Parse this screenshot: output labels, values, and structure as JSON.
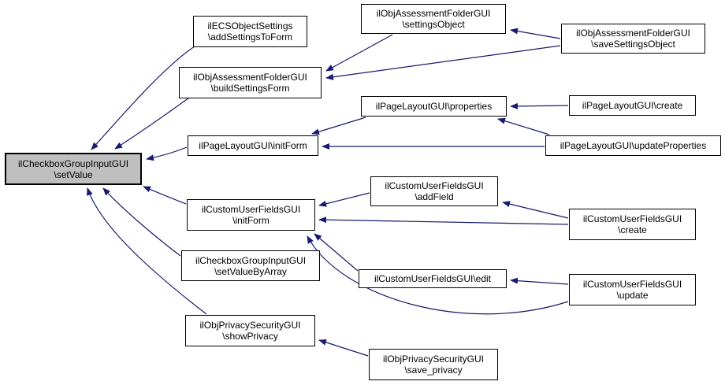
{
  "graph": {
    "type": "caller-graph",
    "colors": {
      "edge": "#191970",
      "node_border": "#000000",
      "node_fill": "#ffffff",
      "highlight_fill": "#bfbfbf",
      "text": "#000000"
    },
    "nodes": [
      {
        "id": "setValue",
        "highlighted": true,
        "lines": [
          "ilCheckboxGroupInputGUI",
          "\\setValue"
        ]
      },
      {
        "id": "addSettingsToForm",
        "highlighted": false,
        "lines": [
          "ilECSObjectSettings",
          "\\addSettingsToForm"
        ]
      },
      {
        "id": "buildSettingsForm",
        "highlighted": false,
        "lines": [
          "ilObjAssessmentFolderGUI",
          "\\buildSettingsForm"
        ]
      },
      {
        "id": "settingsObject",
        "highlighted": false,
        "lines": [
          "ilObjAssessmentFolderGUI",
          "\\settingsObject"
        ]
      },
      {
        "id": "saveSettingsObject",
        "highlighted": false,
        "lines": [
          "ilObjAssessmentFolderGUI",
          "\\saveSettingsObject"
        ]
      },
      {
        "id": "plProperties",
        "highlighted": false,
        "lines": [
          "ilPageLayoutGUI\\properties"
        ]
      },
      {
        "id": "plCreate",
        "highlighted": false,
        "lines": [
          "ilPageLayoutGUI\\create"
        ]
      },
      {
        "id": "plInitForm",
        "highlighted": false,
        "lines": [
          "ilPageLayoutGUI\\initForm"
        ]
      },
      {
        "id": "plUpdateProperties",
        "highlighted": false,
        "lines": [
          "ilPageLayoutGUI\\updateProperties"
        ]
      },
      {
        "id": "cufInitForm",
        "highlighted": false,
        "lines": [
          "ilCustomUserFieldsGUI",
          "\\initForm"
        ]
      },
      {
        "id": "cufAddField",
        "highlighted": false,
        "lines": [
          "ilCustomUserFieldsGUI",
          "\\addField"
        ]
      },
      {
        "id": "cufCreate",
        "highlighted": false,
        "lines": [
          "ilCustomUserFieldsGUI",
          "\\create"
        ]
      },
      {
        "id": "cufEdit",
        "highlighted": false,
        "lines": [
          "ilCustomUserFieldsGUI\\edit"
        ]
      },
      {
        "id": "cufUpdate",
        "highlighted": false,
        "lines": [
          "ilCustomUserFieldsGUI",
          "\\update"
        ]
      },
      {
        "id": "setValueByArray",
        "highlighted": false,
        "lines": [
          "ilCheckboxGroupInputGUI",
          "\\setValueByArray"
        ]
      },
      {
        "id": "showPrivacy",
        "highlighted": false,
        "lines": [
          "ilObjPrivacySecurityGUI",
          "\\showPrivacy"
        ]
      },
      {
        "id": "savePrivacy",
        "highlighted": false,
        "lines": [
          "ilObjPrivacySecurityGUI",
          "\\save_privacy"
        ]
      }
    ],
    "edges": [
      {
        "from": "addSettingsToForm",
        "to": "setValue"
      },
      {
        "from": "buildSettingsForm",
        "to": "setValue"
      },
      {
        "from": "settingsObject",
        "to": "buildSettingsForm"
      },
      {
        "from": "saveSettingsObject",
        "to": "settingsObject"
      },
      {
        "from": "saveSettingsObject",
        "to": "buildSettingsForm"
      },
      {
        "from": "plInitForm",
        "to": "setValue"
      },
      {
        "from": "plProperties",
        "to": "plInitForm"
      },
      {
        "from": "plCreate",
        "to": "plProperties"
      },
      {
        "from": "plUpdateProperties",
        "to": "plProperties"
      },
      {
        "from": "plUpdateProperties",
        "to": "plInitForm"
      },
      {
        "from": "cufInitForm",
        "to": "setValue"
      },
      {
        "from": "cufAddField",
        "to": "cufInitForm"
      },
      {
        "from": "cufCreate",
        "to": "cufAddField"
      },
      {
        "from": "cufCreate",
        "to": "cufInitForm"
      },
      {
        "from": "cufEdit",
        "to": "cufInitForm"
      },
      {
        "from": "cufUpdate",
        "to": "cufEdit"
      },
      {
        "from": "cufUpdate",
        "to": "cufInitForm"
      },
      {
        "from": "setValueByArray",
        "to": "setValue"
      },
      {
        "from": "showPrivacy",
        "to": "setValue"
      },
      {
        "from": "savePrivacy",
        "to": "showPrivacy"
      }
    ]
  }
}
